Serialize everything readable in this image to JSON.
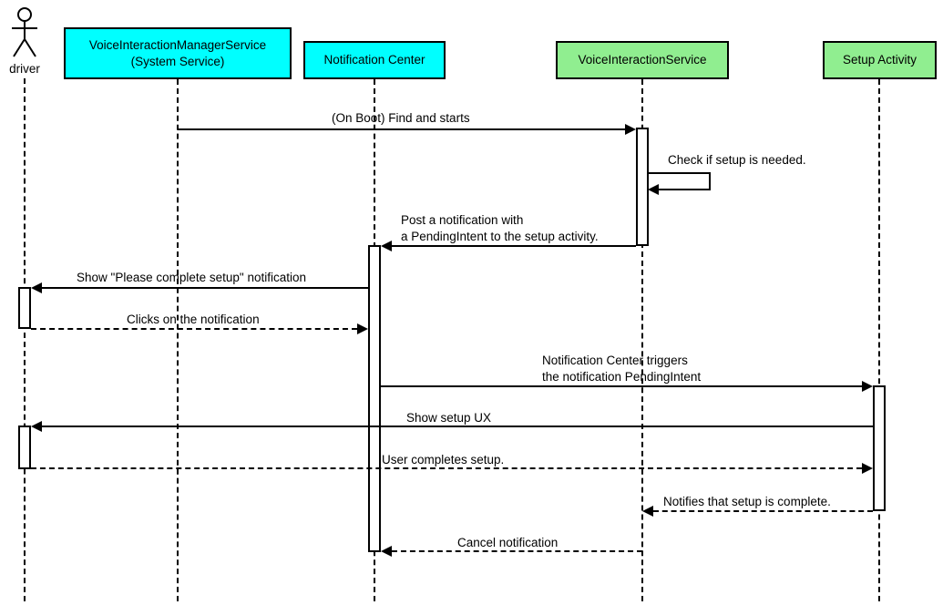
{
  "participants": {
    "driver": {
      "label": "driver",
      "type": "actor"
    },
    "vims": {
      "label": "VoiceInteractionManagerService\n(System Service)",
      "color": "#00FFFF"
    },
    "notification_center": {
      "label": "Notification Center",
      "color": "#00FFFF"
    },
    "vis": {
      "label": "VoiceInteractionService",
      "color": "#90EE90"
    },
    "setup_activity": {
      "label": "Setup Activity",
      "color": "#90EE90"
    }
  },
  "messages": {
    "on_boot": {
      "label": "(On Boot) Find and starts",
      "from": "vims",
      "to": "vis",
      "line": "solid"
    },
    "check_setup": {
      "label": "Check if setup is needed.",
      "from": "vis",
      "to": "vis",
      "line": "solid"
    },
    "post_notification": {
      "label": "Post a notification with\na PendingIntent to the setup activity.",
      "from": "vis",
      "to": "notification_center",
      "line": "solid"
    },
    "show_notification": {
      "label": "Show \"Please complete setup\" notification",
      "from": "notification_center",
      "to": "driver",
      "line": "solid"
    },
    "click_notification": {
      "label": "Clicks on the notification",
      "from": "driver",
      "to": "notification_center",
      "line": "dashed"
    },
    "trigger_pendingintent": {
      "label": "Notification Center triggers\nthe notification PendingIntent",
      "from": "notification_center",
      "to": "setup_activity",
      "line": "solid"
    },
    "show_setup_ux": {
      "label": "Show setup UX",
      "from": "setup_activity",
      "to": "driver",
      "line": "solid"
    },
    "user_completes": {
      "label": "User completes setup.",
      "from": "driver",
      "to": "setup_activity",
      "line": "dashed"
    },
    "setup_complete": {
      "label": "Notifies that setup is complete.",
      "from": "setup_activity",
      "to": "vis",
      "line": "dashed"
    },
    "cancel_notification": {
      "label": "Cancel notification",
      "from": "vis",
      "to": "notification_center",
      "line": "dashed"
    }
  }
}
